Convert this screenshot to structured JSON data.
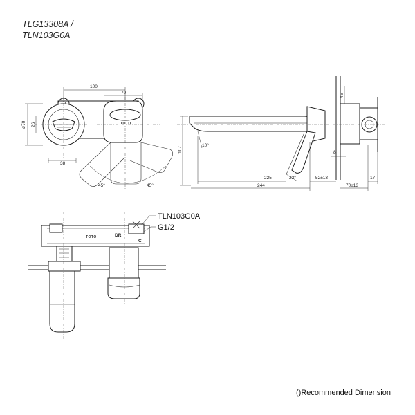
{
  "header": {
    "title_line1": "TLG13308A /",
    "title_line2": "TLN103G0A"
  },
  "footer": {
    "note": "()Recommended Dimension"
  },
  "front_view": {
    "dim_width": "100",
    "dim_70": "70",
    "dim_diameter": "ø70",
    "dim_26": "26",
    "dim_38": "38",
    "angle_left": "45°",
    "angle_right": "45°",
    "brand": "TOTO"
  },
  "side_view": {
    "dim_107": "107",
    "angle_10": "10°",
    "dim_225": "225",
    "angle_22": "22°",
    "dim_244": "244",
    "dim_52": "52±13",
    "dim_8": "8",
    "dim_45": "45",
    "dim_70": "70±13",
    "dim_17": "17"
  },
  "section_view": {
    "part_label": "TLN103G0A",
    "thread_label": "G1/2",
    "brand": "TOTO",
    "mark_dr": "DR",
    "mark_c": "C"
  }
}
